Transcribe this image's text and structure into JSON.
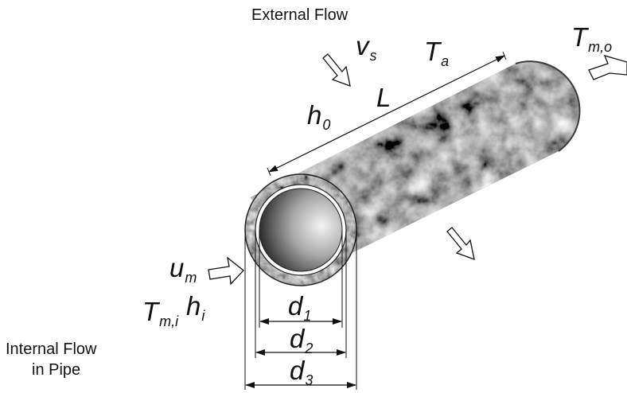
{
  "labels": {
    "external_flow": "External Flow",
    "internal_flow_line1": "Internal Flow",
    "internal_flow_line2": "in Pipe"
  },
  "symbols": {
    "v_s": {
      "main": "v",
      "sub": "s"
    },
    "T_a": {
      "main": "T",
      "sub": "a"
    },
    "L": {
      "main": "L",
      "sub": ""
    },
    "h_0": {
      "main": "h",
      "sub": "0"
    },
    "T_m_o": {
      "main": "T",
      "sub": "m,o"
    },
    "u_m": {
      "main": "u",
      "sub": "m"
    },
    "T_m_i": {
      "main": "T",
      "sub": "m,i"
    },
    "h_i": {
      "main": "h",
      "sub": "i"
    },
    "d_1": {
      "main": "d",
      "sub": "1"
    },
    "d_2": {
      "main": "d",
      "sub": "2"
    },
    "d_3": {
      "main": "d",
      "sub": "3"
    }
  },
  "colors": {
    "pipe_dark": "#2a2a2a",
    "pipe_mid": "#6e6e6e",
    "pipe_light": "#c8c8c8",
    "line": "#111111"
  }
}
